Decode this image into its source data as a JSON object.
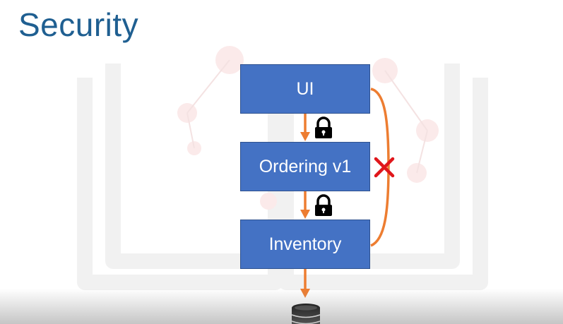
{
  "slide": {
    "title": "Security"
  },
  "diagram": {
    "services": [
      {
        "label": "UI"
      },
      {
        "label": "Ordering v1"
      },
      {
        "label": "Inventory"
      }
    ],
    "colors": {
      "box_fill": "#4472c4",
      "arrow": "#ed7d31",
      "blocked_mark": "#e0161b",
      "title": "#1f5f91"
    },
    "icons": [
      "lock-icon",
      "lock-icon",
      "blocked-x-icon",
      "database-icon"
    ]
  }
}
